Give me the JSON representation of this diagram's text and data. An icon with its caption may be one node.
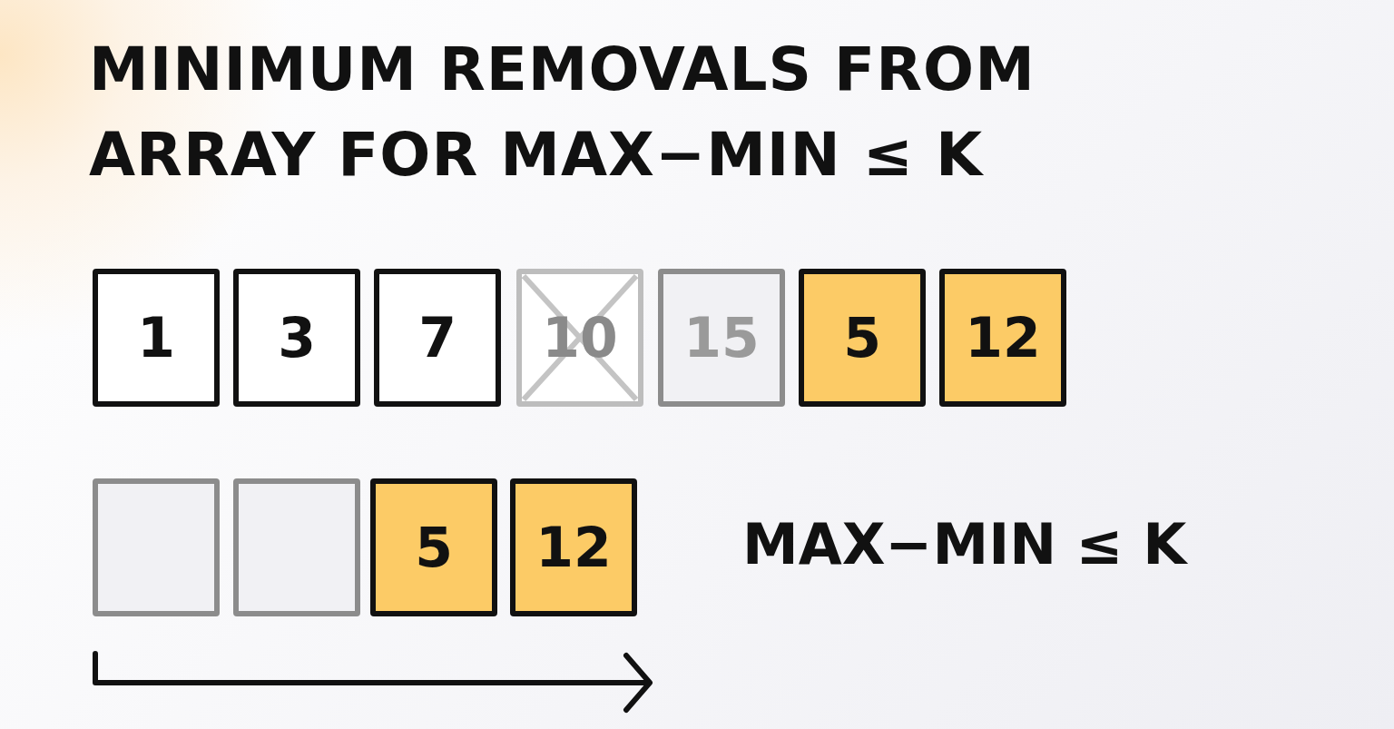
{
  "diagram": {
    "title": "MINIMUM REMOVALS FROM ARRAY FOR MAX−MIN ≤ K",
    "nodes": [
      {
        "text": [
          "1"
        ]
      },
      {
        "text": [
          "3"
        ]
      },
      {
        "text": [
          "7"
        ]
      },
      {
        "text": [
          "10"
        ]
      },
      {
        "text": [
          "15"
        ]
      },
      {
        "text": [
          "5"
        ]
      },
      {
        "text": [
          "12"
        ]
      },
      {
        "text": [],
        "shape": "box"
      },
      {
        "text": [],
        "shape": "box"
      },
      {
        "text": [
          "5"
        ]
      },
      {
        "text": [
          "12"
        ]
      }
    ],
    "edges": [],
    "labels": [
      "MAX−MIN ≤ K"
    ]
  }
}
